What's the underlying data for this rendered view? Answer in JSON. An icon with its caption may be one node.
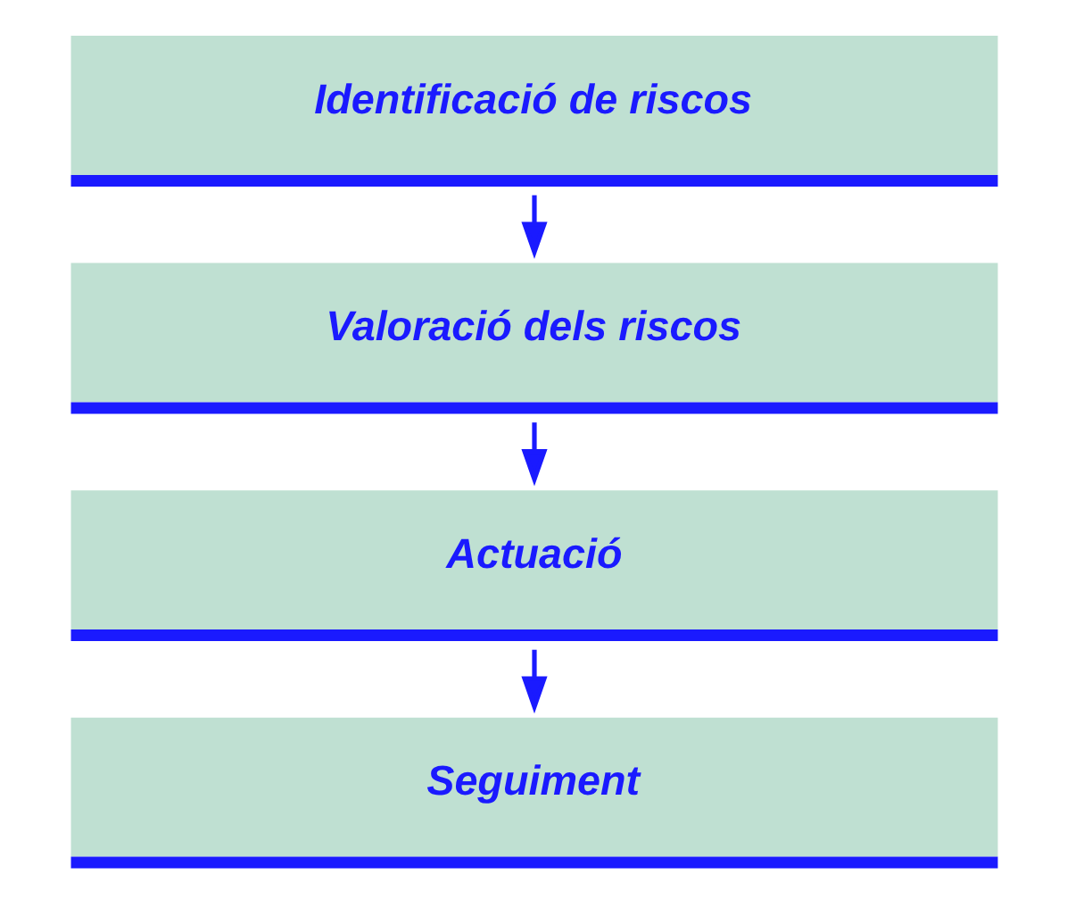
{
  "diagram": {
    "nodes": [
      {
        "text": [
          "Identificació de riscos"
        ]
      },
      {
        "text": [
          "Valoració dels riscos"
        ]
      },
      {
        "text": [
          "Actuació"
        ]
      },
      {
        "text": [
          "Seguiment"
        ]
      }
    ],
    "edges": [
      {
        "from": 0,
        "to": 1,
        "arrow": "to"
      },
      {
        "from": 1,
        "to": 2,
        "arrow": "to"
      },
      {
        "from": 2,
        "to": 3,
        "arrow": "to"
      }
    ]
  }
}
